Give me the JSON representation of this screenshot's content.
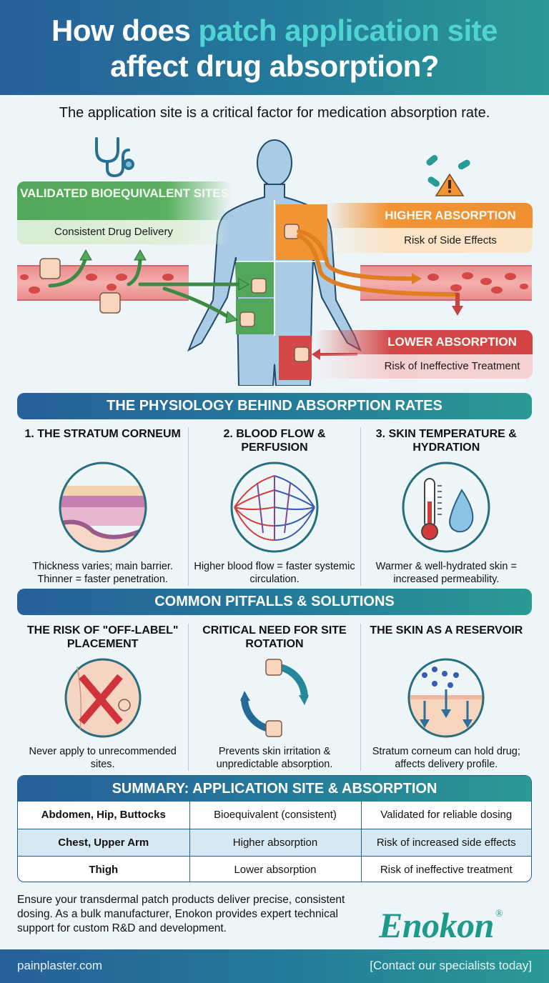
{
  "header": {
    "title_part1": "How does ",
    "title_accent": "patch application site",
    "title_part2": "affect drug absorption?",
    "subtitle": "The application site is a critical factor for medication absorption rate."
  },
  "hero": {
    "validated": {
      "title": "VALIDATED BIOEQUIVALENT SITES",
      "subtitle": "Consistent Drug Delivery",
      "color": "#52a85a"
    },
    "higher": {
      "title": "HIGHER ABSORPTION",
      "subtitle": "Risk of Side Effects",
      "color": "#f29434"
    },
    "lower": {
      "title": "LOWER ABSORPTION",
      "subtitle": "Risk of Ineffective Treatment",
      "color": "#d44848"
    },
    "icons": [
      "stethoscope-icon",
      "pills-warning-icon",
      "human-body-diagram",
      "blood-vessel-icon",
      "patch-icon"
    ]
  },
  "physiology": {
    "title": "THE PHYSIOLOGY BEHIND ABSORPTION RATES",
    "items": [
      {
        "title": "1. THE STRATUM CORNEUM",
        "text": "Thickness varies; main barrier. Thinner = faster penetration.",
        "icon": "skin-layers-icon"
      },
      {
        "title": "2. BLOOD FLOW & PERFUSION",
        "text": "Higher blood flow = faster systemic circulation.",
        "icon": "capillary-network-icon"
      },
      {
        "title": "3. SKIN TEMPERATURE & HYDRATION",
        "text": "Warmer & well-hydrated skin = increased permeability.",
        "icon": "thermometer-droplet-icon"
      }
    ]
  },
  "pitfalls": {
    "title": "COMMON PITFALLS & SOLUTIONS",
    "items": [
      {
        "title": "THE RISK OF \"OFF-LABEL\" PLACEMENT",
        "text": "Never apply to unrecommended sites.",
        "icon": "red-x-icon"
      },
      {
        "title": "CRITICAL NEED FOR SITE ROTATION",
        "text": "Prevents skin irritation & unpredictable absorption.",
        "icon": "rotation-cycle-icon"
      },
      {
        "title": "THE SKIN AS A RESERVOIR",
        "text": "Stratum corneum can hold drug; affects delivery profile.",
        "icon": "skin-reservoir-icon"
      }
    ]
  },
  "summary": {
    "title": "SUMMARY: APPLICATION SITE & ABSORPTION",
    "rows": [
      [
        "Abdomen, Hip, Buttocks",
        "Bioequivalent (consistent)",
        "Validated for reliable dosing"
      ],
      [
        "Chest, Upper Arm",
        "Higher absorption",
        "Risk of increased side effects"
      ],
      [
        "Thigh",
        "Lower absorption",
        "Risk of ineffective treatment"
      ]
    ]
  },
  "footer": {
    "text": "Ensure your transdermal patch products deliver precise, consistent dosing. As a bulk manufacturer, Enokon provides expert technical support for custom R&D and development.",
    "brand": "Enokon",
    "registered": "®",
    "url": "painplaster.com",
    "cta": "[Contact our specialists today]"
  },
  "colors": {
    "header_start": "#27609a",
    "header_end": "#2a9a94",
    "accent_cyan": "#4fd3d3",
    "green": "#52a85a",
    "orange": "#f29434",
    "red": "#d44848",
    "brand_teal": "#1e9a8a"
  }
}
